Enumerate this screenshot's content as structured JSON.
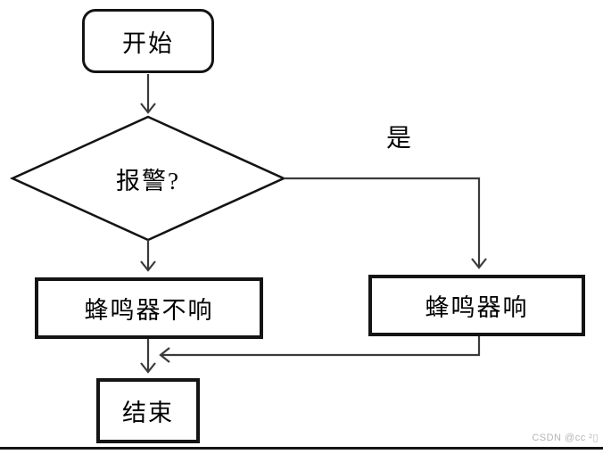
{
  "diagram": {
    "type": "flowchart",
    "nodes": {
      "start": "开始",
      "decision": "报警?",
      "no_action": "蜂鸣器不响",
      "yes_action": "蜂鸣器响",
      "end": "结束"
    },
    "edge_labels": {
      "yes": "是"
    },
    "colors": {
      "shape_border": "#141414",
      "connector": "#3a3a3a",
      "fill": "#ffffff",
      "text": "#000000",
      "watermark": "#b5b5b5"
    }
  },
  "watermark": {
    "text": "CSDN @cc ²▯"
  }
}
